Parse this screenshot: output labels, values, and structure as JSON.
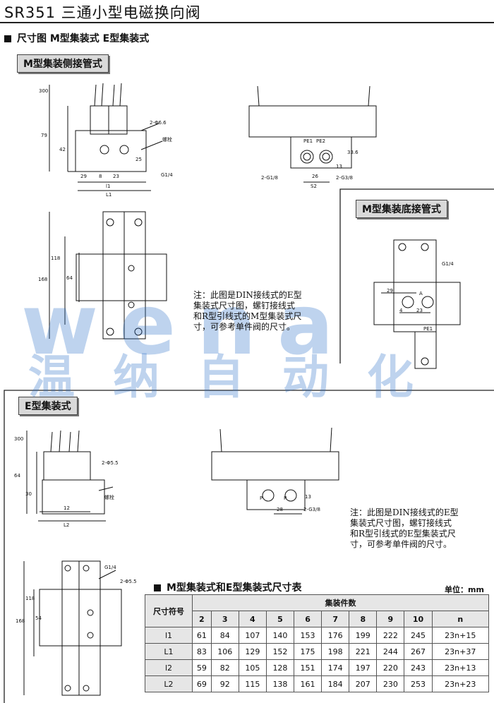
{
  "title": "SR351 三通小型电磁换向阀",
  "section_title": "尺寸图 M型集装式 E型集装式",
  "tags": {
    "m_side": "M型集装侧接管式",
    "m_bottom": "M型集装底接管式",
    "e_type": "E型集装式"
  },
  "notes": {
    "m_note": [
      "注：此图是DIN接线式的E型",
      "集装式尺寸图，螺钉接线式",
      "和R型引线式的M型集装式尺",
      "寸，可参考单件阀的尺寸。"
    ],
    "e_note": [
      "注：此图是DIN接线式的E型",
      "集装式尺寸图，螺钉接线式",
      "和R型引线式的E型集装式尺",
      "寸，可参考单件阀的尺寸。"
    ]
  },
  "watermark": {
    "latin": "wena",
    "cn": "温纳自动化"
  },
  "drawing_labels": {
    "m_front": {
      "d300": "300",
      "d79": "79",
      "d42": "42",
      "d25": "25",
      "d29": "29",
      "d8": "8",
      "d23": "23",
      "l1": "l1",
      "L1": "L1",
      "hole": "2-Φ6.6",
      "port": "G1/4",
      "screw": "螺栓"
    },
    "m_side_view": {
      "d13": "13",
      "d33": "33.6",
      "d26": "26",
      "s2": "S2",
      "g18": "2-G1/8",
      "g38": "2-G3/8",
      "pe1": "PE1",
      "pe2": "PE2"
    },
    "m_top": {
      "d118": "118",
      "d168": "168",
      "d64": "64"
    },
    "m_bottom_view": {
      "d29": "29",
      "d4": "4",
      "d23": "23",
      "g14": "G1/4",
      "a": "A",
      "pe1": "PE1"
    },
    "e_front": {
      "d300": "300",
      "d64": "64",
      "d30": "30",
      "d12": "12",
      "L2": "L2",
      "hole": "2-Φ5.5",
      "screw": "螺栓"
    },
    "e_side_view": {
      "d13": "13",
      "d28": "28",
      "g38": "2-G3/8",
      "p": "P",
      "r": "R"
    },
    "e_top": {
      "d118": "118",
      "d168": "168",
      "d54": "54",
      "g14": "G1/4",
      "hole": "2-Φ5.5"
    }
  },
  "dim_table": {
    "heading": "M型集装式和E型集装式尺寸表",
    "unit": "单位：mm",
    "symbol_header": "尺寸符号",
    "count_header": "集装件数",
    "columns": [
      "2",
      "3",
      "4",
      "5",
      "6",
      "7",
      "8",
      "9",
      "10",
      "n"
    ],
    "rows": [
      {
        "label": "l1",
        "values": [
          "61",
          "84",
          "107",
          "140",
          "153",
          "176",
          "199",
          "222",
          "245",
          "23n+15"
        ]
      },
      {
        "label": "L1",
        "values": [
          "83",
          "106",
          "129",
          "152",
          "175",
          "198",
          "221",
          "244",
          "267",
          "23n+37"
        ]
      },
      {
        "label": "l2",
        "values": [
          "59",
          "82",
          "105",
          "128",
          "151",
          "174",
          "197",
          "220",
          "243",
          "23n+13"
        ]
      },
      {
        "label": "L2",
        "values": [
          "69",
          "92",
          "115",
          "138",
          "161",
          "184",
          "207",
          "230",
          "253",
          "23n+23"
        ]
      }
    ]
  }
}
